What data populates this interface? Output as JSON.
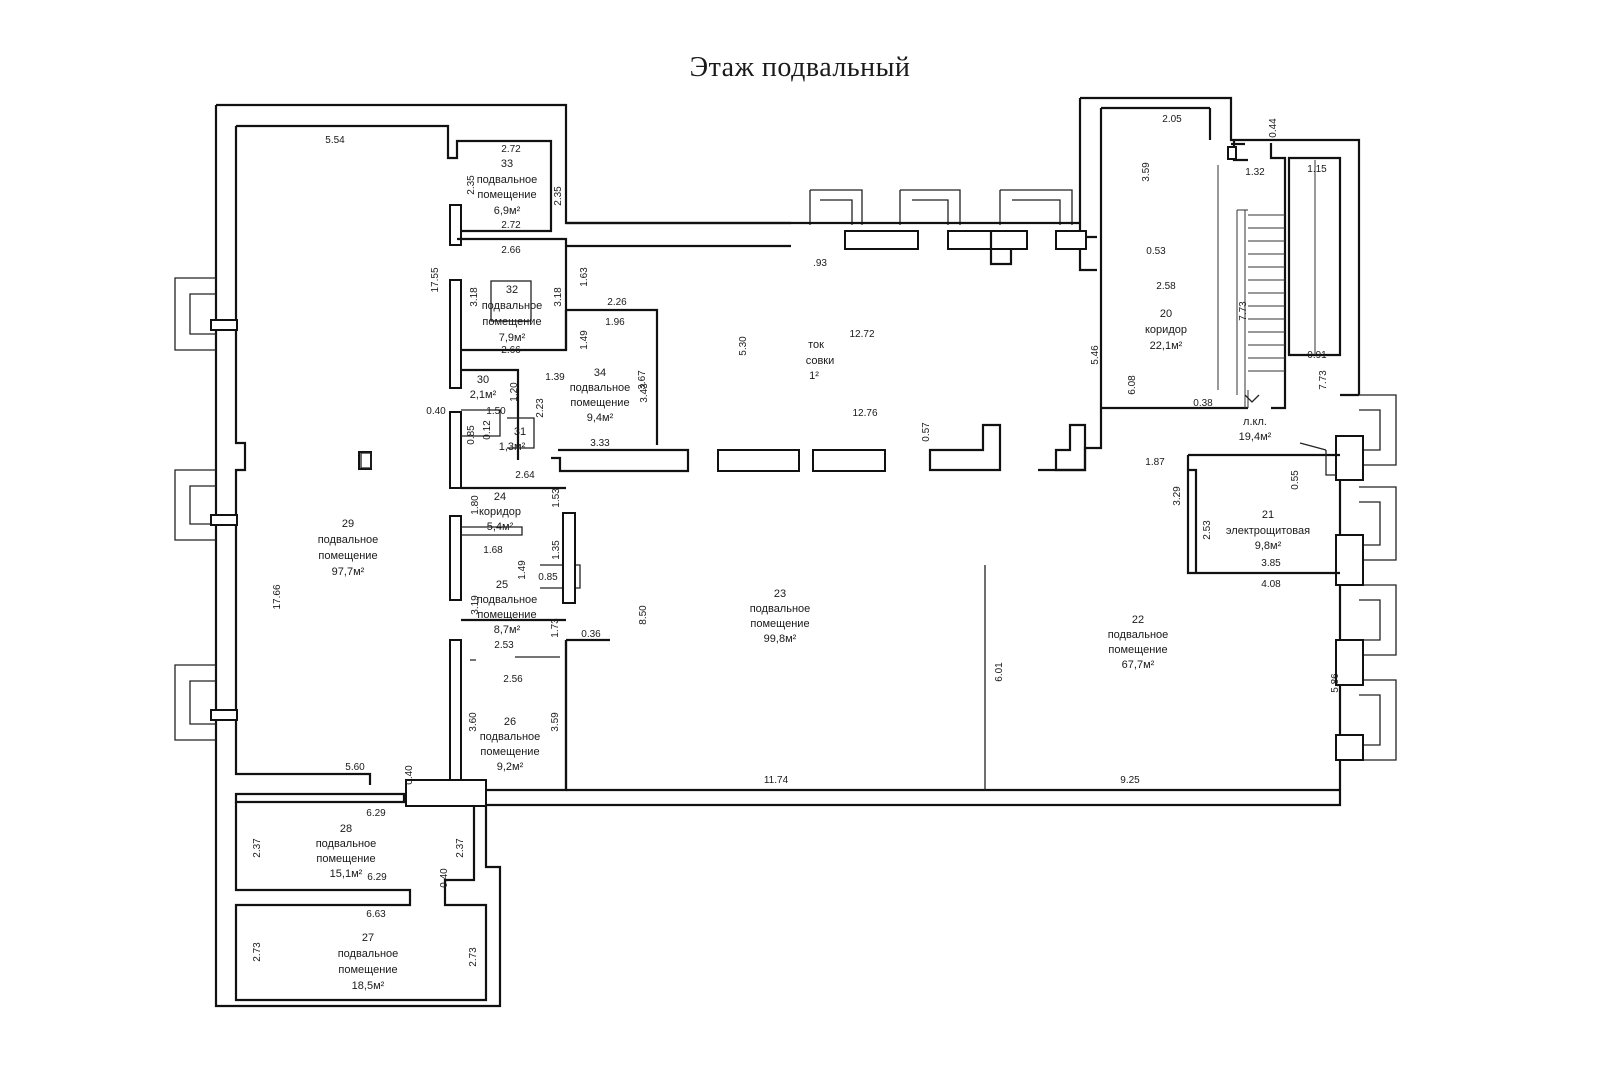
{
  "title": "Этаж подвальный",
  "rooms": [
    {
      "id": "room-33",
      "lines": [
        "33",
        "подвальное",
        "помещение",
        "6,9м²"
      ]
    },
    {
      "id": "room-32",
      "lines": [
        "32",
        "подвальное",
        "помещение",
        "7,9м²"
      ]
    },
    {
      "id": "room-34",
      "lines": [
        "34",
        "подвальное",
        "помещение",
        "9,4м²"
      ]
    },
    {
      "id": "room-30",
      "lines": [
        "30",
        "2,1м²"
      ]
    },
    {
      "id": "room-31",
      "lines": [
        "31",
        "1,3м²"
      ]
    },
    {
      "id": "room-24",
      "lines": [
        "24",
        "коридор",
        "5,4м²"
      ]
    },
    {
      "id": "room-25",
      "lines": [
        "25",
        "подвальное",
        "помещение",
        "8,7м²"
      ]
    },
    {
      "id": "room-26",
      "lines": [
        "26",
        "подвальное",
        "помещение",
        "9,2м²"
      ]
    },
    {
      "id": "room-29",
      "lines": [
        "29",
        "подвальное",
        "помещение",
        "97,7м²"
      ]
    },
    {
      "id": "room-28",
      "lines": [
        "28",
        "подвальное",
        "помещение",
        "15,1м²"
      ]
    },
    {
      "id": "room-27",
      "lines": [
        "27",
        "подвальное",
        "помещение",
        "18,5м²"
      ]
    },
    {
      "id": "room-23",
      "lines": [
        "23",
        "подвальное",
        "помещение",
        "99,8м²"
      ]
    },
    {
      "id": "room-22",
      "lines": [
        "22",
        "подвальное",
        "помещение",
        "67,7м²"
      ]
    },
    {
      "id": "room-20",
      "lines": [
        "20",
        "коридор",
        "22,1м²"
      ]
    },
    {
      "id": "room-21",
      "lines": [
        "21",
        "электрощитовая",
        "9,8м²"
      ]
    },
    {
      "id": "room-stair",
      "lines": [
        "л.кл.",
        "19,4м²"
      ]
    },
    {
      "id": "room-partial",
      "lines": [
        "ток",
        "совки",
        "1²"
      ]
    }
  ],
  "dimensions": [
    "5.54",
    "2.72",
    "2.35",
    "2.35",
    "2.72",
    "2.66",
    "17.55",
    "3.18",
    "3.18",
    "2.66",
    "1.63",
    "2.26",
    "1.96",
    "1.49",
    "1.39",
    "1.20",
    "2.23",
    "3.43",
    "3.67",
    "0.40",
    "1.50",
    "0.12",
    "0.85",
    "3.33",
    "2.64",
    "1.53",
    "1.80",
    "1.68",
    "1.35",
    "1.49",
    "0.85",
    "3.19",
    "1.73",
    "2.53",
    "0.36",
    "2.56",
    "3.60",
    "3.59",
    "8.50",
    "5.30",
    "12.72",
    "12.76",
    ".93",
    "0.57",
    "5.46",
    "6.08",
    "2.05",
    "3.59",
    "0.53",
    "2.58",
    "0.38",
    "1.87",
    "3.29",
    "2.53",
    "0.44",
    "1.32",
    "1.15",
    "7.73",
    "0.91",
    "7.73",
    "0.55",
    "3.85",
    "4.08",
    "5.86",
    "17.66",
    "5.60",
    "0.40",
    "6.29",
    "2.37",
    "2.37",
    "6.29",
    "0.40",
    "6.63",
    "2.73",
    "2.73",
    "11.74",
    "9.25",
    "6.01"
  ]
}
